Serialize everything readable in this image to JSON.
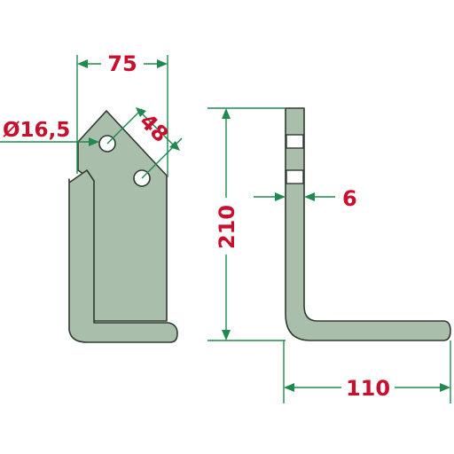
{
  "dimensions": {
    "width": "75",
    "hole_diameter": "Ø16,5",
    "hole_spacing": "48",
    "height": "210",
    "thickness": "6",
    "foot_length": "110"
  },
  "colors": {
    "dimension_text": "#c8102e",
    "dimension_lines": "#1f8a50",
    "part_fill": "#a9bfab",
    "part_outline": "#2f3b30"
  }
}
